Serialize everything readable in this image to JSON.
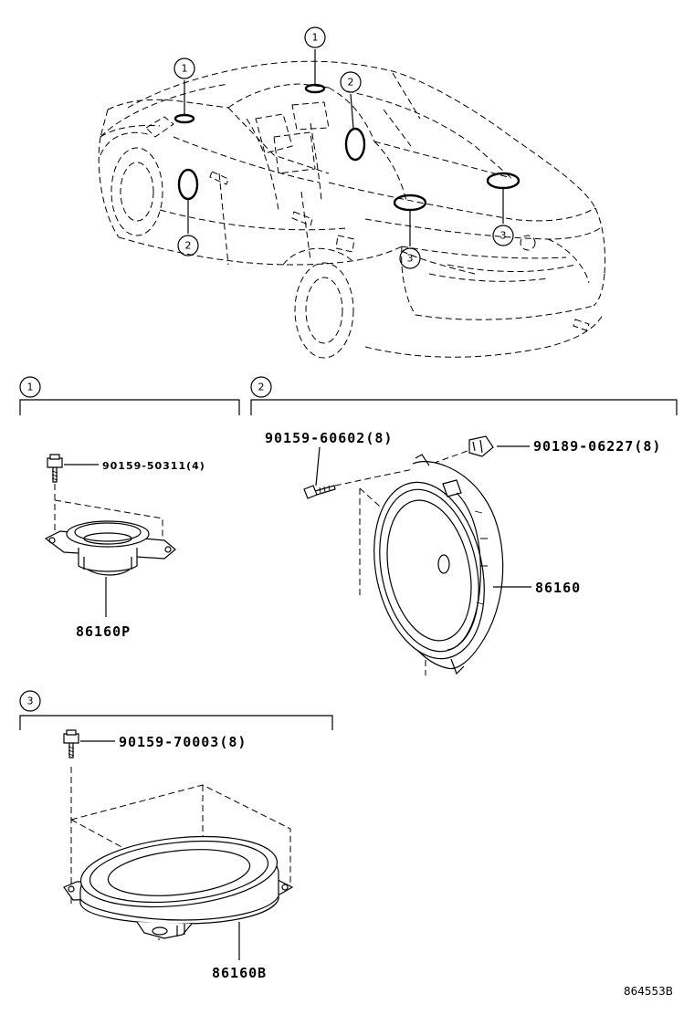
{
  "callouts": {
    "one": "1",
    "two": "2",
    "three": "3"
  },
  "group1": {
    "bolt_part": "90159-50311(4)",
    "speaker_part": "86160P"
  },
  "group2": {
    "screw_part": "90159-60602(8)",
    "clip_part": "90189-06227(8)",
    "speaker_part": "86160"
  },
  "group3": {
    "bolt_part": "90159-70003(8)",
    "speaker_part": "86160B"
  },
  "diagram_code": "864553B"
}
